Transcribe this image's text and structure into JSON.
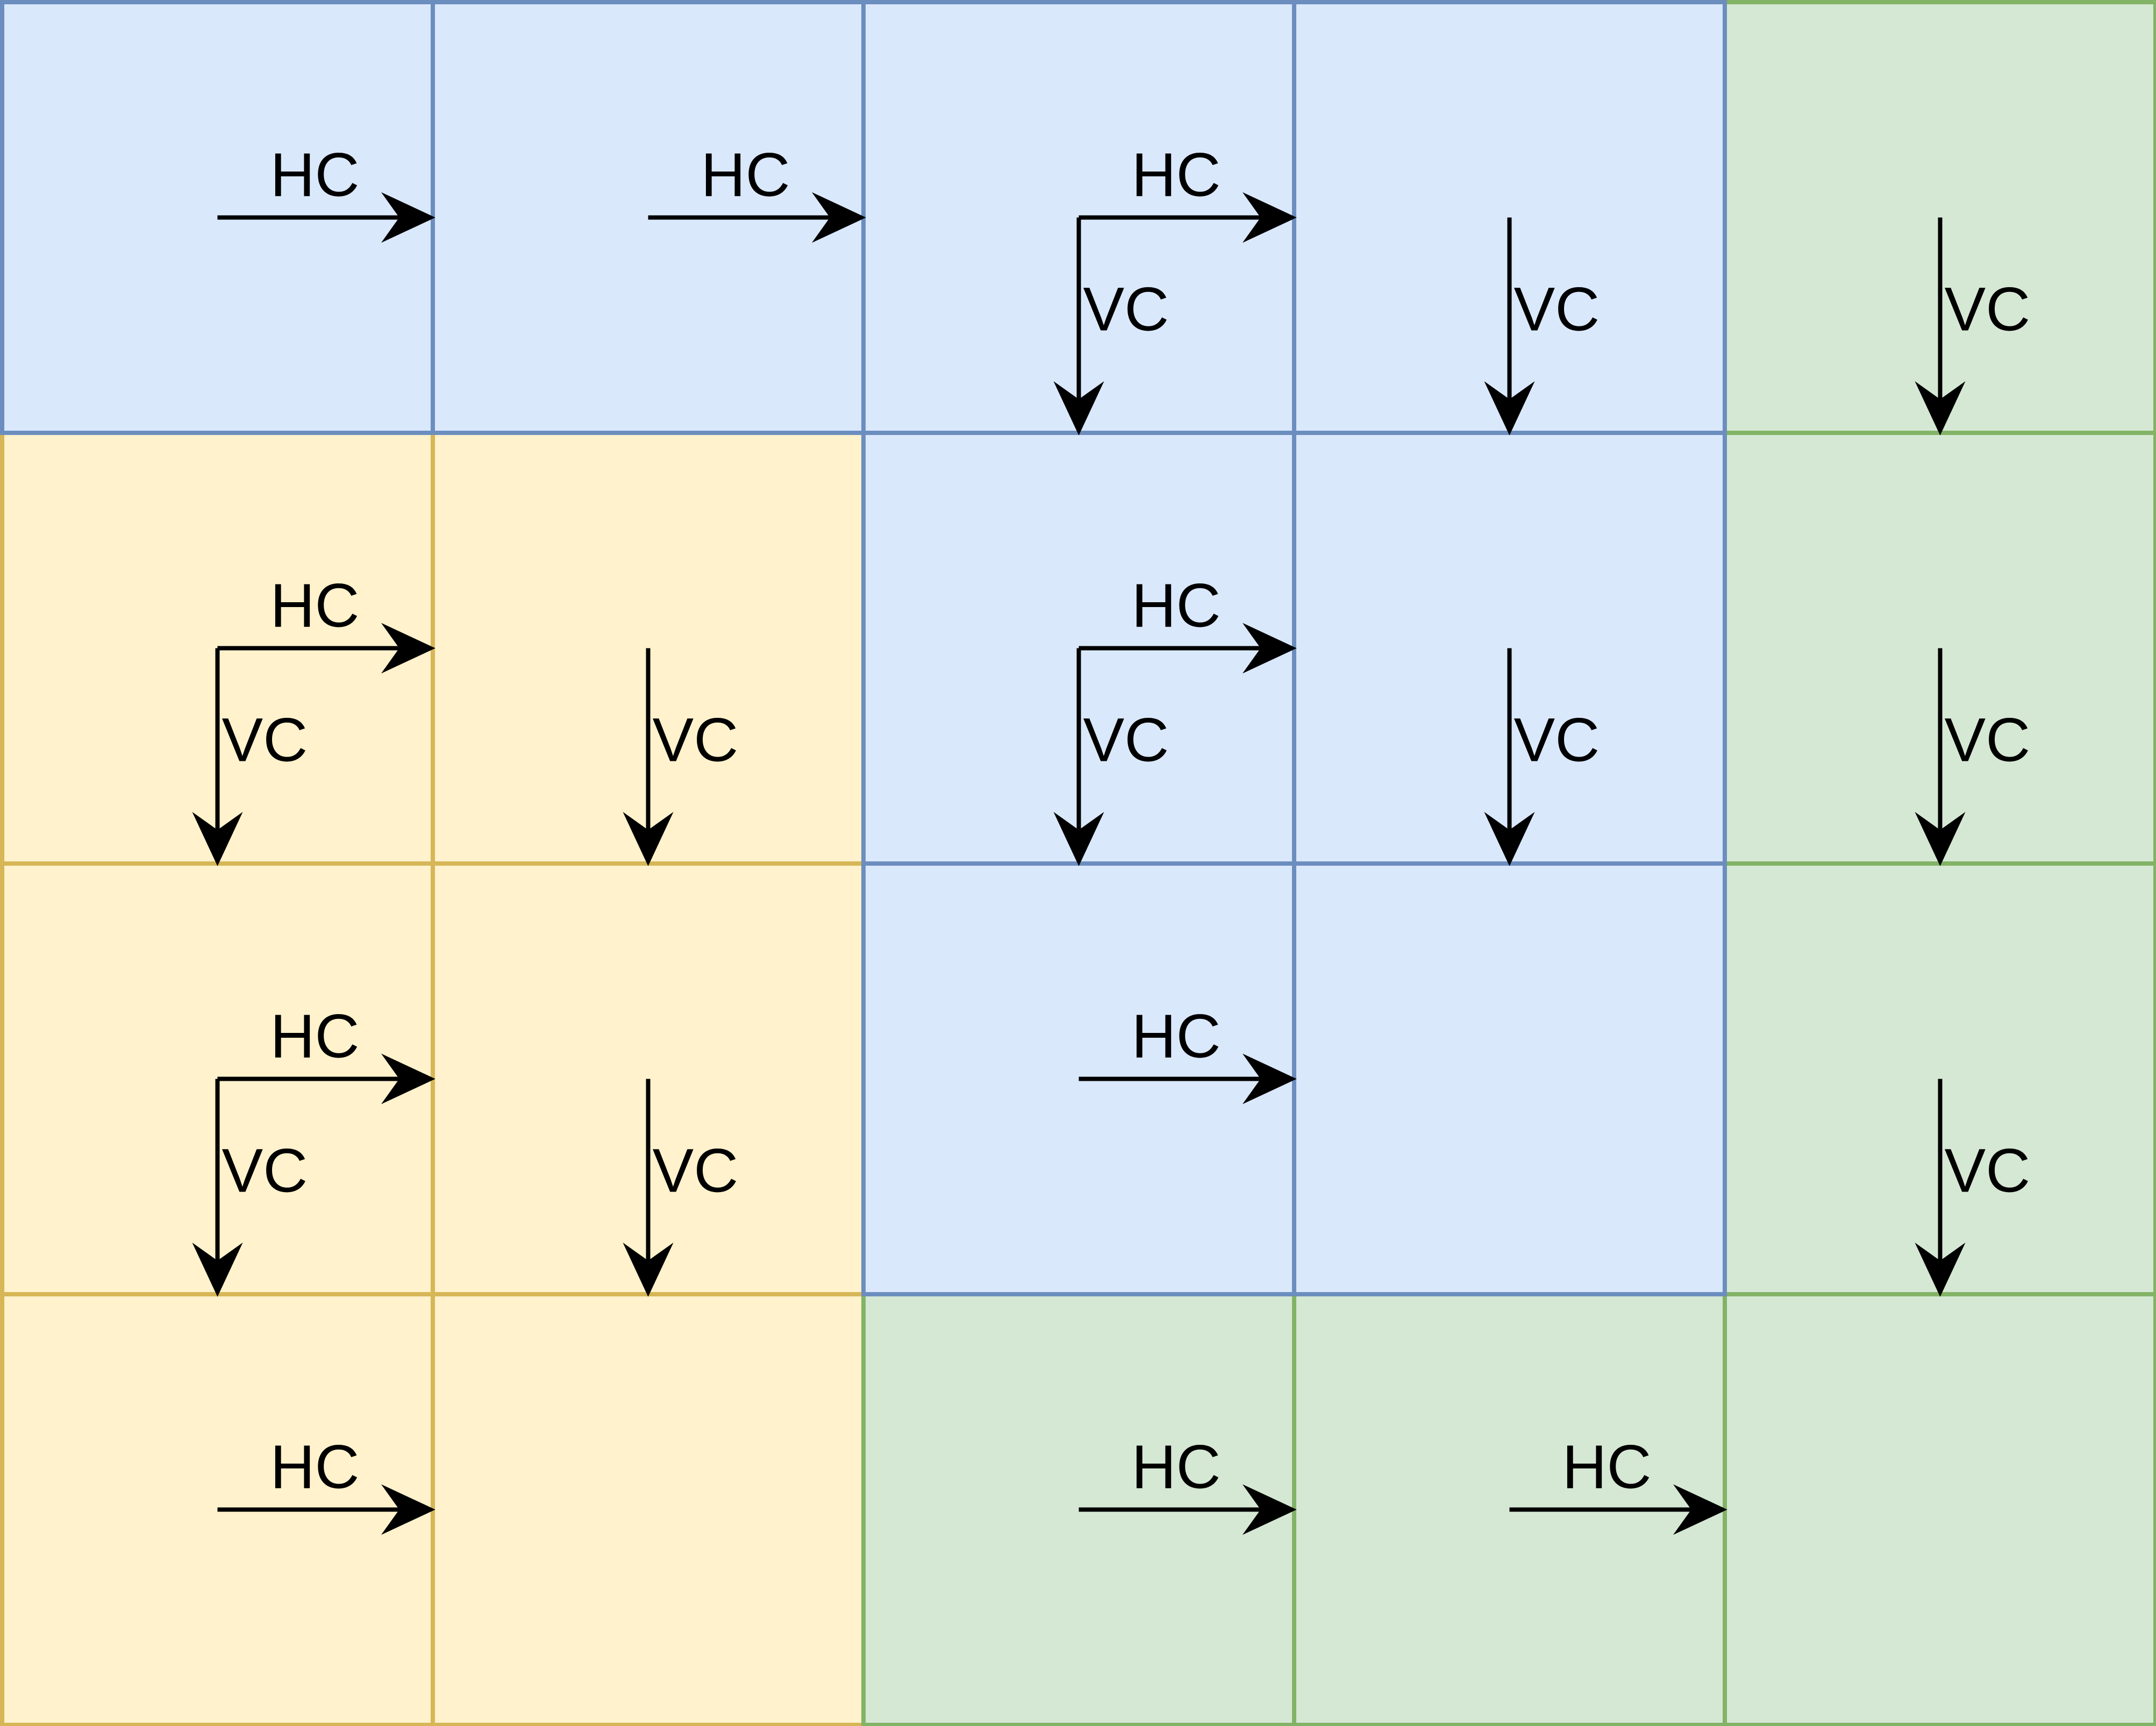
{
  "colors": {
    "blue": {
      "fill": "#dae8fc",
      "stroke": "#6c8ebf"
    },
    "yellow": {
      "fill": "#fff2cc",
      "stroke": "#d6b656"
    },
    "green": {
      "fill": "#d5e8d4",
      "stroke": "#82b366"
    },
    "arrow": "#000000"
  },
  "labels": {
    "horizontal": "HC",
    "vertical": "VC"
  },
  "grid": {
    "rows": 4,
    "cols": 5,
    "cells": [
      [
        "blue",
        "blue",
        "blue",
        "blue",
        "green"
      ],
      [
        "yellow",
        "yellow",
        "blue",
        "blue",
        "green"
      ],
      [
        "yellow",
        "yellow",
        "blue",
        "blue",
        "green"
      ],
      [
        "yellow",
        "yellow",
        "green",
        "green",
        "green"
      ]
    ],
    "hc": [
      [
        true,
        true,
        true,
        false,
        false
      ],
      [
        true,
        false,
        true,
        false,
        false
      ],
      [
        true,
        false,
        true,
        false,
        false
      ],
      [
        true,
        false,
        true,
        true,
        false
      ]
    ],
    "vc": [
      [
        false,
        false,
        true,
        true,
        true
      ],
      [
        true,
        true,
        true,
        true,
        true
      ],
      [
        true,
        true,
        false,
        false,
        true
      ],
      [
        false,
        false,
        false,
        false,
        false
      ]
    ]
  }
}
